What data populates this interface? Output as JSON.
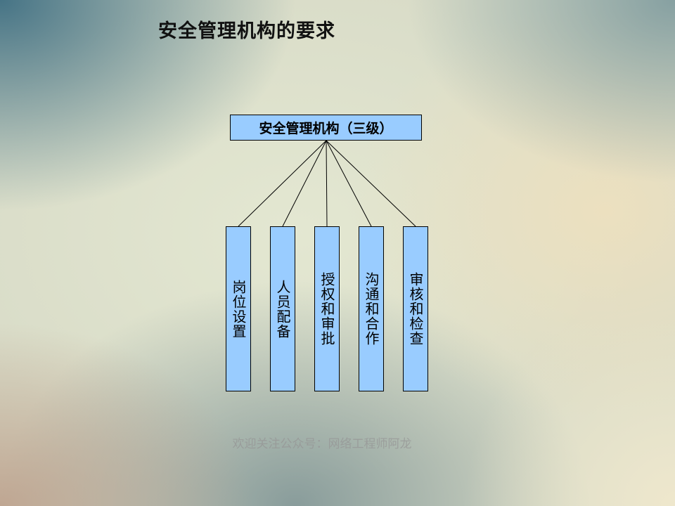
{
  "slide": {
    "title": "安全管理机构的要求",
    "footer": "欢迎关注公众号：网络工程师阿龙"
  },
  "diagram": {
    "root": "安全管理机构（三级）",
    "children": [
      "岗位设置",
      "人员配备",
      "授权和审批",
      "沟通和合作",
      "审核和检查"
    ],
    "colors": {
      "box_fill": "#99ccff",
      "box_border": "#000000",
      "connector": "#000000"
    }
  }
}
